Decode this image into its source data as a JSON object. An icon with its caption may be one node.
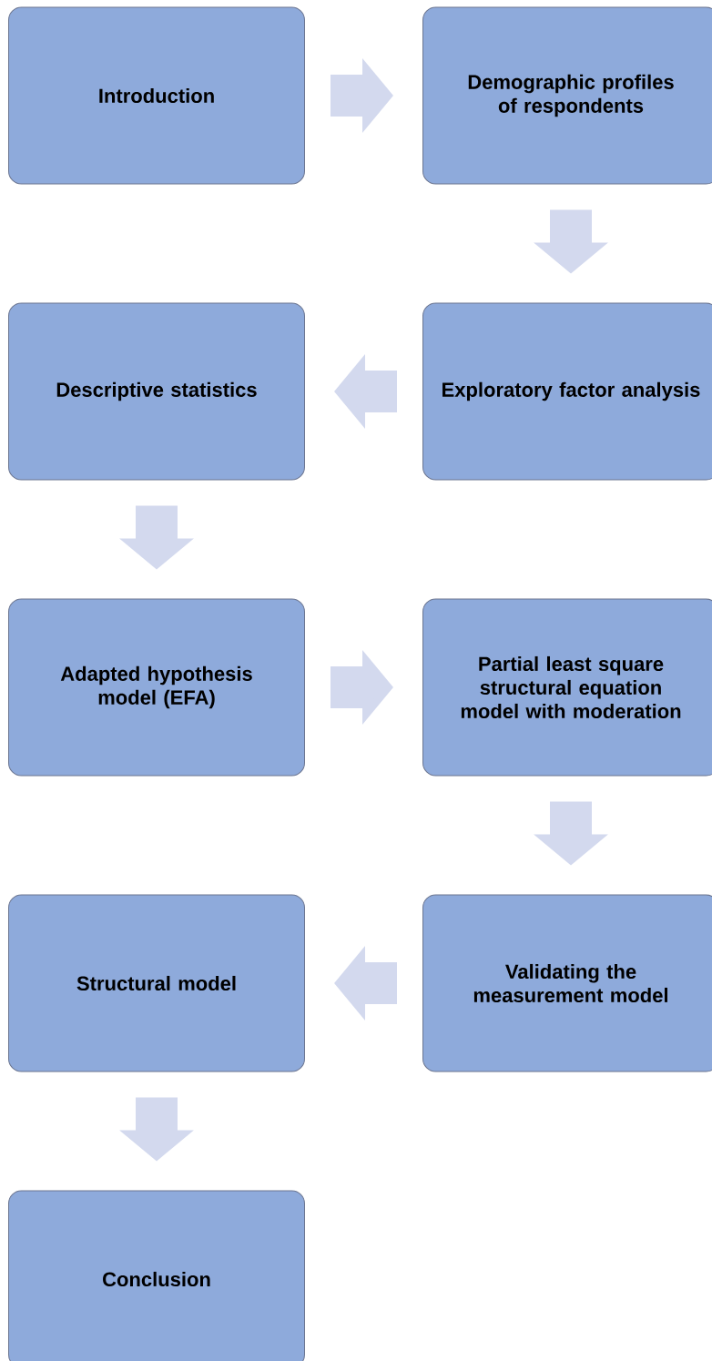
{
  "diagram": {
    "nodes": [
      {
        "text": [
          "Introduction"
        ]
      },
      {
        "text": [
          "Demographic profiles of respondents"
        ]
      },
      {
        "text": [
          "Exploratory factor analysis"
        ]
      },
      {
        "text": [
          "Descriptive statistics"
        ]
      },
      {
        "text": [
          "Adapted hypothesis model (EFA)"
        ]
      },
      {
        "text": [
          "Partial least square structural equation model with moderation"
        ]
      },
      {
        "text": [
          "Validating the measurement model"
        ]
      },
      {
        "text": [
          "Structural model"
        ]
      },
      {
        "text": [
          "Conclusion"
        ]
      }
    ],
    "edges": [
      {
        "from": 0,
        "to": 1,
        "arrow": "to"
      },
      {
        "from": 1,
        "to": 2,
        "arrow": "to"
      },
      {
        "from": 2,
        "to": 3,
        "arrow": "to"
      },
      {
        "from": 3,
        "to": 4,
        "arrow": "to"
      },
      {
        "from": 4,
        "to": 5,
        "arrow": "to"
      },
      {
        "from": 5,
        "to": 6,
        "arrow": "to"
      },
      {
        "from": 6,
        "to": 7,
        "arrow": "to"
      },
      {
        "from": 7,
        "to": 8,
        "arrow": "to"
      }
    ]
  }
}
